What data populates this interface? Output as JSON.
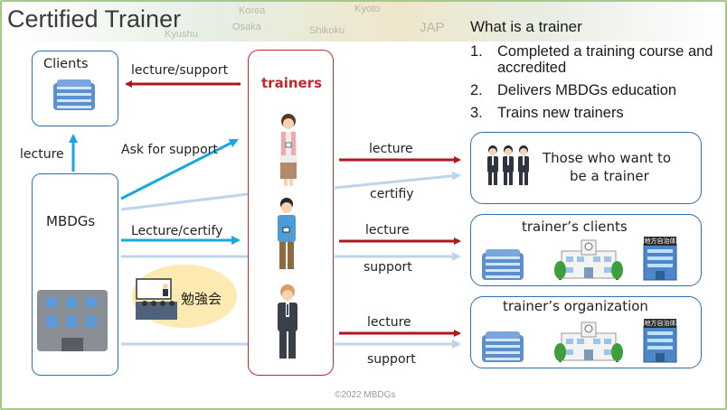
{
  "title": "Certified Trainer",
  "banner_words": [
    "Korea",
    "Kyoto",
    "Osaka",
    "Shikoku",
    "Kyushu",
    "JAP"
  ],
  "info": {
    "heading": "What is a trainer",
    "items": [
      {
        "num": "1.",
        "text": "Completed a training course and accredited"
      },
      {
        "num": "2.",
        "text": "Delivers MBDGs education"
      },
      {
        "num": "3.",
        "text": "Trains new trainers"
      }
    ]
  },
  "nodes": {
    "clients": "Clients",
    "mbdgs": "MBDGs",
    "trainers": "trainers",
    "study_session": "勉強会",
    "wannabe": "Those who want to be a trainer",
    "wannabe_line1": "Those who want to",
    "wannabe_line2": "be a trainer",
    "trainer_clients": "trainer’s clients",
    "trainer_org": "trainer’s organization",
    "municipality_sign": "地方自治体"
  },
  "edges": {
    "lecture_support": "lecture/support",
    "lecture_up": "lecture",
    "ask_for_support": "Ask for support",
    "lecture_certify": "Lecture/certify",
    "lecture_1": "lecture",
    "certifiy": "certifiy",
    "lecture_2": "lecture",
    "support_2": "support",
    "lecture_3": "lecture",
    "support_3": "support"
  },
  "colors": {
    "red_arrow": "#b0161c",
    "blue_arrow": "#19a7e0",
    "pale_arrow": "#bcd5ea",
    "box_border": "#2e6fb0",
    "trainer_border": "#c0282d",
    "frame": "#a6c98a"
  },
  "footer": "©2022 MBDGs"
}
